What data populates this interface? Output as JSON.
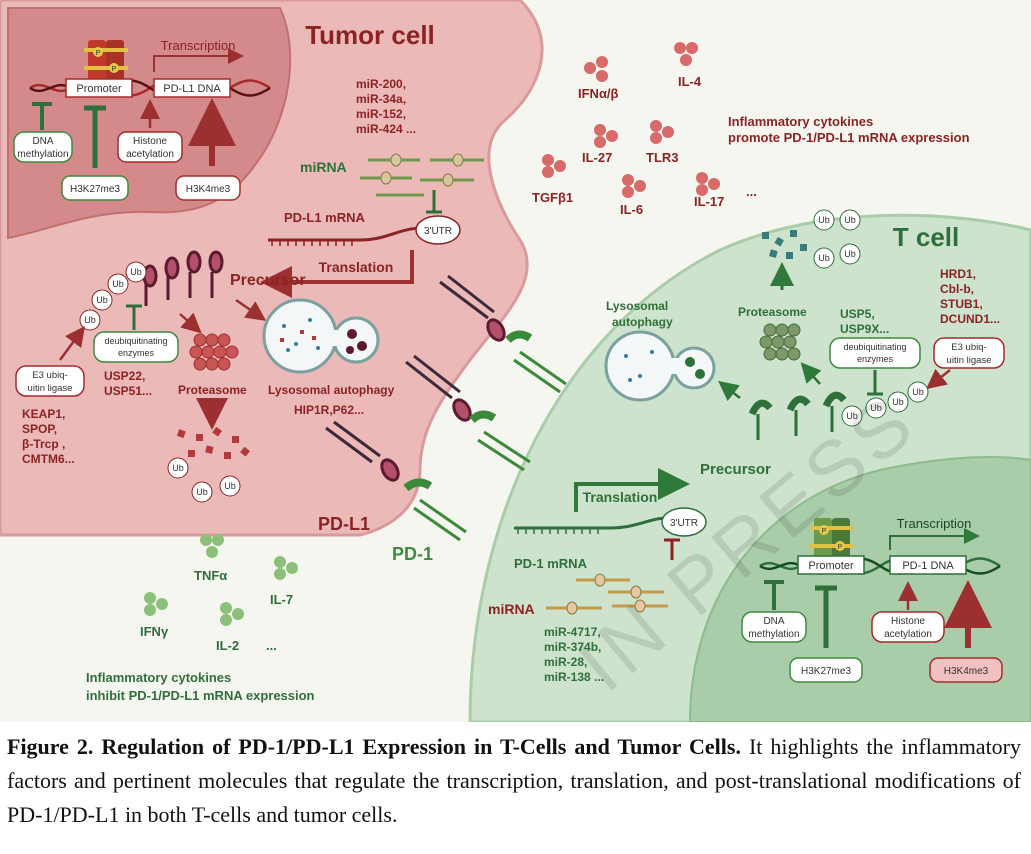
{
  "figure": {
    "tumor": {
      "title": "Tumor cell",
      "nucleus": {
        "promoter": "Promoter",
        "gene": "PD-L1 DNA",
        "transcription": "Transcription",
        "phospho": "P",
        "dna_methylation_1": "DNA",
        "dna_methylation_2": "methylation",
        "histone_1": "Histone",
        "histone_2": "acetylation",
        "h3k27": "H3K27me3",
        "h3k4": "H3K4me3"
      },
      "mirna_list": [
        "miR-200,",
        "miR-34a,",
        "miR-152,",
        "miR-424 ..."
      ],
      "mirna_label": "miRNA",
      "mrna_label": "PD-L1 mRNA",
      "utr": "3'UTR",
      "translation": "Translation",
      "precursor": "Precursor",
      "ub": "Ub",
      "e3_1": "E3 ubiq-",
      "e3_2": "uitin ligase",
      "e3_list": [
        "KEAP1,",
        "SPOP,",
        "β-Trcp ,",
        "CMTM6..."
      ],
      "deub_1": "deubiquitinating",
      "deub_2": "enzymes",
      "usp_list": [
        "USP22,",
        "USP51..."
      ],
      "proteasome": "Proteasome",
      "lyso": "Lysosomal autophagy",
      "lyso_list": "HIP1R,P62..."
    },
    "ligand_label": "PD-L1",
    "receptor_label": "PD-1",
    "cytokines_top": {
      "items": [
        "IFNα/β",
        "IL-4",
        "IL-27",
        "TLR3",
        "TGFβ1",
        "IL-6",
        "IL-17",
        "..."
      ],
      "note_1": "Inflammatory cytokines",
      "note_2": "promote PD-1/PD-L1 mRNA expression"
    },
    "cytokines_bottom": {
      "items": [
        "TNFα",
        "IL-7",
        "IFNγ",
        "IL-2",
        "..."
      ],
      "note_1": "Inflammatory cytokines",
      "note_2": "inhibit  PD-1/PD-L1 mRNA expression"
    },
    "tcell": {
      "title": "T cell",
      "lyso_1": "Lysosomal",
      "lyso_2": "autophagy",
      "proteasome": "Proteasome",
      "usp_list": [
        "USP5,",
        "USP9X..."
      ],
      "deub_1": "deubiquitinating",
      "deub_2": "enzymes",
      "e3_list": [
        "HRD1,",
        "Cbl-b,",
        "STUB1,",
        "DCUND1..."
      ],
      "e3_1": "E3 ubiq-",
      "e3_2": "uitin ligase",
      "ub": "Ub",
      "precursor": "Precursor",
      "translation": "Translation",
      "mrna_label": "PD-1 mRNA",
      "utr": "3'UTR",
      "mirna_label": "miRNA",
      "mirna_list": [
        "miR-4717,",
        "miR-374b,",
        "miR-28,",
        "miR-138 ..."
      ],
      "nucleus": {
        "promoter": "Promoter",
        "gene": "PD-1 DNA",
        "transcription": "Transcription",
        "phospho": "P",
        "dna_methylation_1": "DNA",
        "dna_methylation_2": "methylation",
        "histone_1": "Histone",
        "histone_2": "acetylation",
        "h3k27": "H3K27me3",
        "h3k4": "H3K4me3"
      }
    },
    "colors": {
      "tumor_fill": "#ecb9b9",
      "tumor_nucleus": "#d48a8a",
      "tcell_fill": "#cde3cd",
      "tcell_nucleus": "#a9cda9",
      "red_text": "#8b2323",
      "green": "#3f8a3f"
    }
  },
  "caption": {
    "heading": "Figure 2. Regulation of PD-1/PD-L1 Expression in T-Cells and Tumor Cells.",
    "body": " It highlights the inflammatory factors and pertinent molecules that regulate the transcription, translation, and post-translational modifications of PD-1/PD-L1 in both T-cells and tumor cells."
  },
  "watermark": "IN PRESS"
}
